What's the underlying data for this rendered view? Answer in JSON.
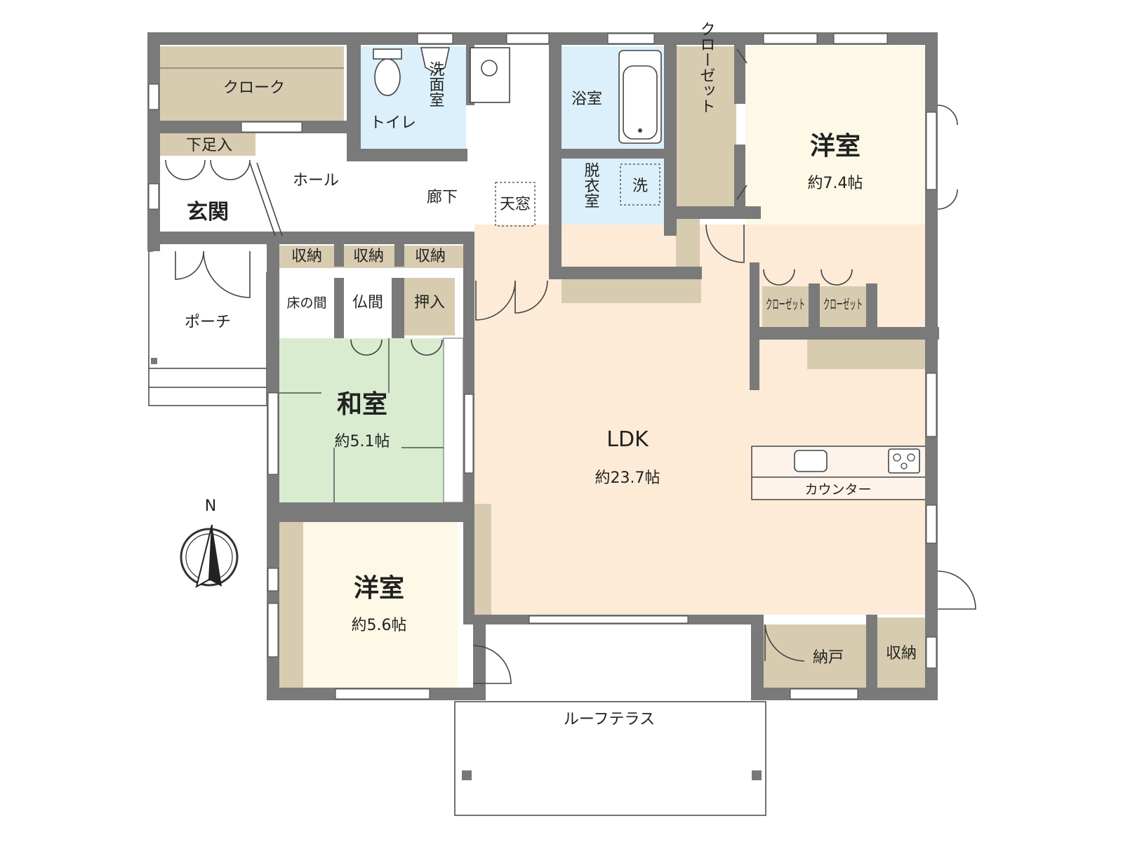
{
  "colors": {
    "wall": "#7a7a7a",
    "ldk": "#fdebd8",
    "western_room_1": "#fdf9e6",
    "western_room_2": "#fdf9e6",
    "japanese_room": "#d9ecd0",
    "wet_area": "#dcf0fb",
    "storage": "#d8ccb0",
    "outdoor": "#ffffff"
  },
  "rooms": {
    "cloak": "クローク",
    "shoe_storage": "下足入",
    "entrance": "玄関",
    "hall": "ホール",
    "toilet": "トイレ",
    "washroom": "洗面室",
    "corridor": "廊下",
    "skylight": "天窓",
    "bathroom": "浴室",
    "laundry": "洗",
    "dressing_room": "脱衣室",
    "closet_large": "クローゼット",
    "western_room_1": {
      "name": "洋室",
      "size": "約7.4帖"
    },
    "storage_1": "収納",
    "storage_2": "収納",
    "storage_3": "収納",
    "tokonoma": "床の間",
    "butsuma": "仏間",
    "oshiire": "押入",
    "closet_small_1": "クローゼット",
    "closet_small_2": "クローゼット",
    "porch": "ポーチ",
    "japanese_room": {
      "name": "和室",
      "size": "約5.1帖"
    },
    "ldk": {
      "name": "LDK",
      "size": "約23.7帖"
    },
    "counter": "カウンター",
    "western_room_2": {
      "name": "洋室",
      "size": "約5.6帖"
    },
    "nando": "納戸",
    "storage_4": "収納",
    "roof_terrace": "ルーフテラス"
  },
  "compass": {
    "label": "N",
    "icon": "north-arrow-icon"
  }
}
